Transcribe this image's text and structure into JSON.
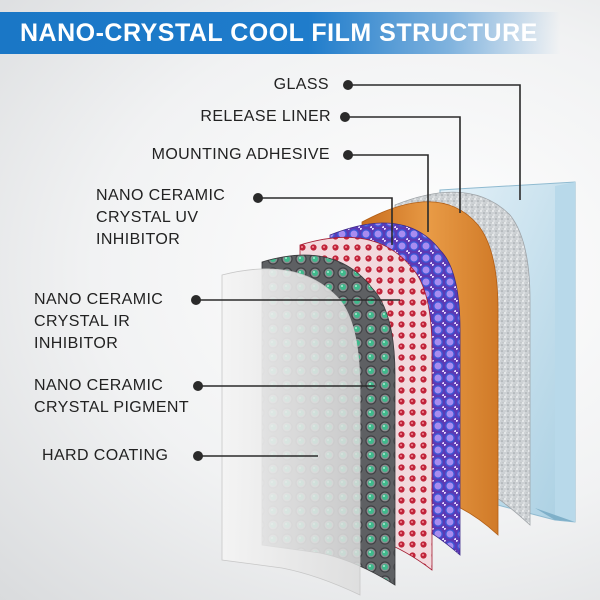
{
  "title": "NANO-CRYSTAL COOL FILM STRUCTURE",
  "colors": {
    "banner": "#1f7ccb",
    "glass": "#cfe6f2",
    "release_liner": "#d3d6d8",
    "mounting_adhesive": "#e08a2e",
    "uv_inhibitor": "#7a4fd6",
    "ir_inhibitor": "#c8334a",
    "pigment": "#6d6f72",
    "hard_coating": "#ececec"
  },
  "layers": [
    {
      "id": "glass",
      "label": "GLASS"
    },
    {
      "id": "release-liner",
      "label": "RELEASE LINER"
    },
    {
      "id": "mounting-adhesive",
      "label": "MOUNTING ADHESIVE"
    },
    {
      "id": "uv-inhibitor",
      "label": "NANO CERAMIC\nCRYSTAL UV\nINHIBITOR"
    },
    {
      "id": "ir-inhibitor",
      "label": "NANO CERAMIC\nCRYSTAL IR\nINHIBITOR"
    },
    {
      "id": "pigment",
      "label": "NANO CERAMIC\nCRYSTAL PIGMENT"
    },
    {
      "id": "hard-coating",
      "label": "HARD COATING"
    }
  ]
}
